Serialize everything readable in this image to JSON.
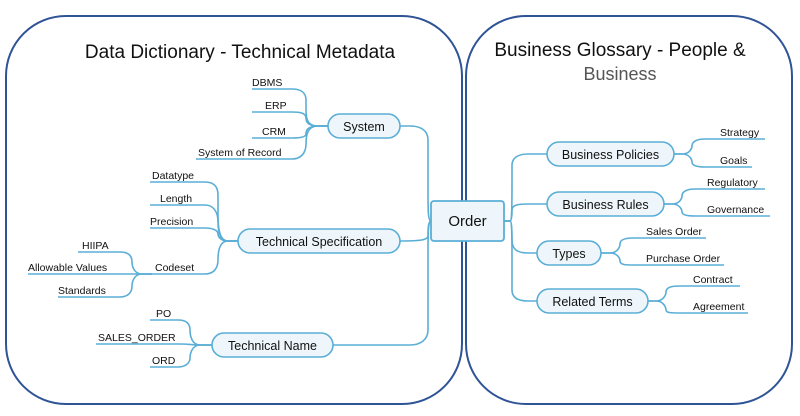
{
  "panels": {
    "left_title": "Data Dictionary - Technical Metadata",
    "right_title_line1": "Business Glossary - People &",
    "right_title_line2": "Business"
  },
  "center": {
    "label": "Order"
  },
  "left": {
    "system": {
      "label": "System",
      "children": [
        "DBMS",
        "ERP",
        "CRM",
        "System of Record"
      ]
    },
    "technical_specification": {
      "label": "Technical Specification",
      "children": [
        "Datatype",
        "Length",
        "Precision",
        "Codeset"
      ],
      "codeset_children": [
        "HIIPA",
        "Allowable Values",
        "Standards"
      ]
    },
    "technical_name": {
      "label": "Technical Name",
      "children": [
        "PO",
        "SALES_ORDER",
        "ORD"
      ]
    }
  },
  "right": {
    "business_policies": {
      "label": "Business Policies",
      "children": [
        "Strategy",
        "Goals"
      ]
    },
    "business_rules": {
      "label": "Business Rules",
      "children": [
        "Regulatory",
        "Governance"
      ]
    },
    "types": {
      "label": "Types",
      "children": [
        "Sales Order",
        "Purchase Order"
      ]
    },
    "related_terms": {
      "label": "Related Terms",
      "children": [
        "Contract",
        "Agreement"
      ]
    }
  }
}
